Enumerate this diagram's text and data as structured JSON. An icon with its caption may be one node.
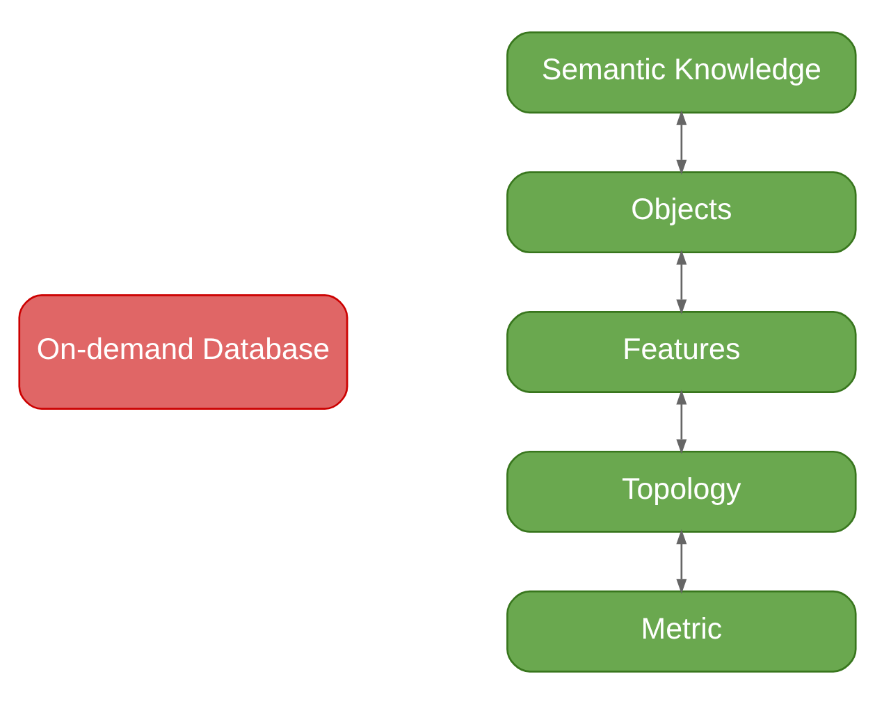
{
  "diagram": {
    "nodes": [
      {
        "text": [
          "On-demand Database"
        ]
      },
      {
        "text": [
          "Semantic Knowledge"
        ]
      },
      {
        "text": [
          "Objects"
        ]
      },
      {
        "text": [
          "Features"
        ]
      },
      {
        "text": [
          "Topology"
        ]
      },
      {
        "text": [
          "Metric"
        ]
      }
    ],
    "edges": [
      {
        "from": 1,
        "to": 2,
        "arrow": "both"
      },
      {
        "from": 2,
        "to": 3,
        "arrow": "both"
      },
      {
        "from": 3,
        "to": 4,
        "arrow": "both"
      },
      {
        "from": 4,
        "to": 5,
        "arrow": "both"
      }
    ]
  }
}
